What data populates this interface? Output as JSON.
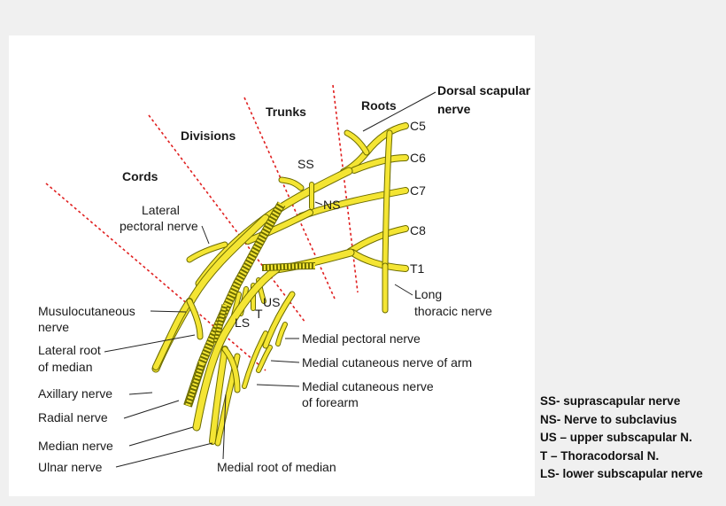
{
  "sections": {
    "roots": "Roots",
    "trunks": "Trunks",
    "divisions": "Divisions",
    "cords": "Cords"
  },
  "roots": [
    "C5",
    "C6",
    "C7",
    "C8",
    "T1"
  ],
  "labels": {
    "dorsal_scapular_1": "Dorsal scapular",
    "dorsal_scapular_2": "nerve",
    "ss": "SS",
    "ns": "NS",
    "us": "US",
    "t": "T",
    "ls": "LS",
    "lateral_pectoral_1": "Lateral",
    "lateral_pectoral_2": "pectoral nerve",
    "long_thoracic_1": "Long",
    "long_thoracic_2": "thoracic nerve",
    "musculocutaneous_1": "Musulocutaneous",
    "musculocutaneous_2": "nerve",
    "lateral_root_1": "Lateral root",
    "lateral_root_2": "of median",
    "axillary": "Axillary nerve",
    "radial": "Radial nerve",
    "median": "Median nerve",
    "ulnar": "Ulnar nerve",
    "medial_root": "Medial root of median",
    "medial_pectoral": "Medial pectoral nerve",
    "medial_cut_arm": "Medial cutaneous nerve of arm",
    "medial_cut_forearm_1": "Medial cutaneous nerve",
    "medial_cut_forearm_2": "of forearm"
  },
  "legend": [
    "SS- suprascapular nerve",
    "NS- Nerve to subclavius",
    "US – upper subscapular N.",
    "T – Thoracodorsal N.",
    "LS- lower subscapular nerve"
  ],
  "colors": {
    "nerve": "#f4e533",
    "nerve_outline": "#6b6b00",
    "divider": "#e02020"
  }
}
